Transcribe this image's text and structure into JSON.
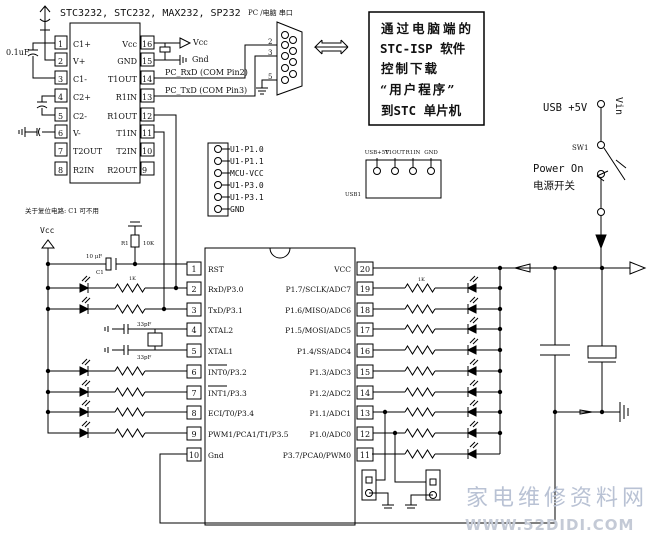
{
  "top_ic": {
    "title": "STC3232, STC232, MAX232, SP232",
    "left_pins": [
      {
        "num": "1",
        "name": "C1+"
      },
      {
        "num": "2",
        "name": "V+"
      },
      {
        "num": "3",
        "name": "C1-"
      },
      {
        "num": "4",
        "name": "C2+"
      },
      {
        "num": "5",
        "name": "C2-"
      },
      {
        "num": "6",
        "name": "V-"
      },
      {
        "num": "7",
        "name": "T2OUT"
      },
      {
        "num": "8",
        "name": "R2IN"
      }
    ],
    "right_pins": [
      {
        "num": "16",
        "name": "Vcc"
      },
      {
        "num": "15",
        "name": "GND"
      },
      {
        "num": "14",
        "name": "T1OUT"
      },
      {
        "num": "13",
        "name": "R1IN"
      },
      {
        "num": "12",
        "name": "R1OUT"
      },
      {
        "num": "11",
        "name": "T1IN"
      },
      {
        "num": "10",
        "name": "T2IN"
      },
      {
        "num": "9",
        "name": "R2OUT"
      }
    ],
    "cap_label": "0.1uF",
    "vcc_label": "Vcc",
    "gnd_label": "Gnd",
    "rxd_label": "PC_RxD (COM Pin2)",
    "txd_label": "PC_TxD (COM Pin3)"
  },
  "db9": {
    "title": "PC /电脑 串口",
    "pins": [
      "2",
      "3",
      "5"
    ]
  },
  "info_box": {
    "lines": [
      "通过电脑端的",
      "STC-ISP 软件",
      "控制下载",
      "“用户程序”",
      "到STC 单片机"
    ]
  },
  "header": {
    "labels": [
      "U1-P1.0",
      "U1-P1.1",
      "MCU-VCC",
      "U1-P3.0",
      "U1-P3.1",
      "GND"
    ]
  },
  "usb": {
    "name": "USB1",
    "labels": [
      "USB+5V",
      "T1OUT",
      "R1IN",
      "GND"
    ]
  },
  "power": {
    "usb_label": "USB +5V",
    "vin_label": "Vin",
    "sw_label": "SW1",
    "on_label": "Power On",
    "on_label_cn": "电源开关"
  },
  "reset": {
    "note": "关于复位电路: C1 可不用",
    "vcc_label": "Vcc",
    "c1_value": "10 μF",
    "c1_name": "C1",
    "r1_name": "R1",
    "r1_value": "10K",
    "r_value": "1K",
    "xtal_cap": "33pF"
  },
  "main_ic": {
    "left_pins": [
      {
        "num": "1",
        "name": "RST"
      },
      {
        "num": "2",
        "name": "RxD/P3.0"
      },
      {
        "num": "3",
        "name": "TxD/P3.1"
      },
      {
        "num": "4",
        "name": "XTAL2"
      },
      {
        "num": "5",
        "name": "XTAL1"
      },
      {
        "num": "6",
        "name": "INT0/P3.2"
      },
      {
        "num": "7",
        "name": "INT1/P3.3"
      },
      {
        "num": "8",
        "name": "ECI/T0/P3.4"
      },
      {
        "num": "9",
        "name": "PWM1/PCA1/T1/P3.5"
      },
      {
        "num": "10",
        "name": "Gnd"
      }
    ],
    "right_pins": [
      {
        "num": "20",
        "name": "VCC"
      },
      {
        "num": "19",
        "name": "P1.7/SCLK/ADC7"
      },
      {
        "num": "18",
        "name": "P1.6/MISO/ADC6"
      },
      {
        "num": "17",
        "name": "P1.5/MOSI/ADC5"
      },
      {
        "num": "16",
        "name": "P1.4/SS/ADC4"
      },
      {
        "num": "15",
        "name": "P1.3/ADC3"
      },
      {
        "num": "14",
        "name": "P1.2/ADC2"
      },
      {
        "num": "13",
        "name": "P1.1/ADC1"
      },
      {
        "num": "12",
        "name": "P1.0/ADC0"
      },
      {
        "num": "11",
        "name": "P3.7/PCA0/PWM0"
      }
    ]
  },
  "watermark": {
    "cn": "家电维修资料网",
    "url": "WWW.52DIDI.COM"
  }
}
